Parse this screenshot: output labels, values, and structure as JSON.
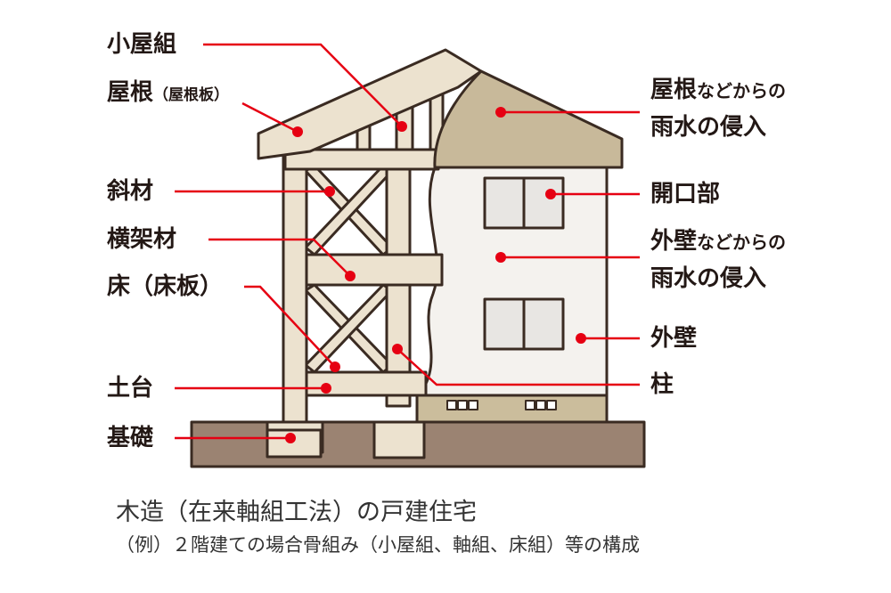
{
  "labels": {
    "koyagumi": "小屋組",
    "yane": "屋根",
    "yane_paren": "（屋根板）",
    "shazai": "斜材",
    "oukazai": "横架材",
    "yuka": "床（床板）",
    "dodai": "土台",
    "kiso": "基礎",
    "leak_roof_head": "屋根",
    "leak_roof_small": "などからの",
    "leak_roof_tail": "雨水の侵入",
    "kaikoubu": "開口部",
    "leak_wall_head": "外壁",
    "leak_wall_small": "などからの",
    "leak_wall_tail": "雨水の侵入",
    "gaiheki": "外壁",
    "hashira": "柱"
  },
  "caption": {
    "line1": "木造（在来軸組工法）の戸建住宅",
    "line2": "（例）２階建ての場合骨組み（小屋組、軸組、床組）等の構成"
  },
  "colors": {
    "timber": "#ece2cf",
    "timber_stroke": "#3a2b22",
    "roof_finish": "#c8b99a",
    "wall": "#f4f2ee",
    "foundation": "#9b8372",
    "base_band": "#cbbd9c",
    "window_glass": "#e8e6e3",
    "leader": "#e60012"
  }
}
